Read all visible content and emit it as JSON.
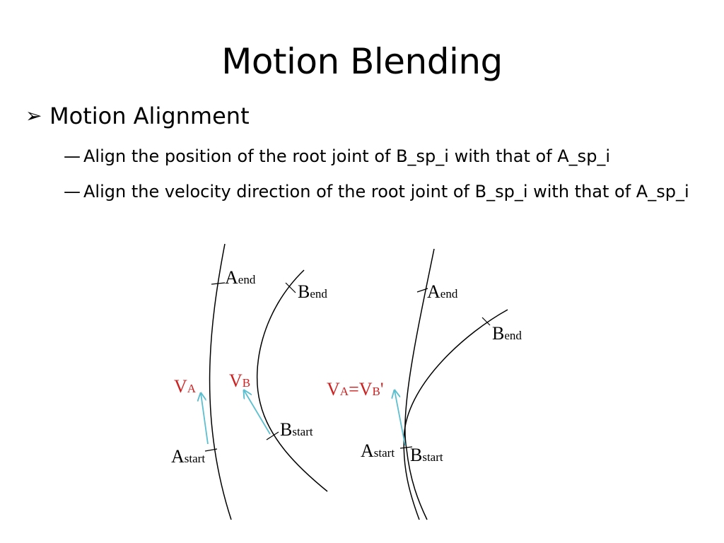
{
  "slide": {
    "title": "Motion Blending",
    "bullet": {
      "icon": "arrow-bullet-icon",
      "text": "Motion Alignment"
    },
    "sub_bullets": [
      {
        "dash": "—",
        "text": "Align the position of the root joint of B_sp_i with that of A_sp_i"
      },
      {
        "dash": "—",
        "text": "Align the velocity direction of the root joint of B_sp_i with that of A_sp_i"
      }
    ]
  },
  "diagram": {
    "colors": {
      "curve": "#000000",
      "velocity": "#5bbfcf",
      "velocity_label": "#cc2222"
    },
    "left": {
      "a_end": {
        "base": "A",
        "sub": "end"
      },
      "b_end": {
        "base": "B",
        "sub": "end"
      },
      "v_a": {
        "base": "V",
        "sub": "A"
      },
      "v_b": {
        "base": "V",
        "sub": "B"
      },
      "a_start": {
        "base": "A",
        "sub": "start"
      },
      "b_start": {
        "base": "B",
        "sub": "start"
      }
    },
    "right": {
      "a_end": {
        "base": "A",
        "sub": "end"
      },
      "b_end": {
        "base": "B",
        "sub": "end"
      },
      "v_eq": {
        "v1": "V",
        "s1": "A",
        "eq": "=V",
        "s2": "B",
        "prime": "'"
      },
      "a_start": {
        "base": "A",
        "sub": "start"
      },
      "b_start": {
        "base": "B",
        "sub": "start"
      }
    }
  }
}
